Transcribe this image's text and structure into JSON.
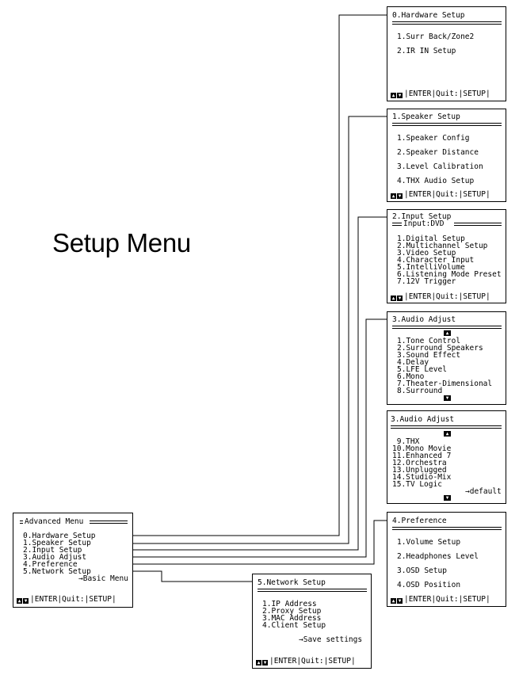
{
  "page_title": "Setup Menu",
  "footer": {
    "keys": "▲▼",
    "text": "|ENTER|Quit:|SETUP|"
  },
  "advanced": {
    "title": "Advanced Menu",
    "items": [
      "0.Hardware Setup",
      "1.Speaker Setup",
      "2.Input Setup",
      "3.Audio Adjust",
      "4.Preference",
      "5.Network Setup"
    ],
    "basic": "→Basic Menu"
  },
  "hardware": {
    "title": "0.Hardware Setup",
    "items": [
      "1.Surr Back/Zone2",
      "2.IR IN Setup"
    ]
  },
  "speaker": {
    "title": "1.Speaker Setup",
    "items": [
      "1.Speaker Config",
      "2.Speaker Distance",
      "3.Level Calibration",
      "4.THX Audio Setup"
    ]
  },
  "input": {
    "title": "2.Input Setup",
    "subtitle": "Input:DVD",
    "items": [
      "1.Digital Setup",
      "2.Multichannel Setup",
      "3.Video Setup",
      "4.Character Input",
      "5.IntelliVolume",
      "6.Listening Mode Preset",
      "7.12V Trigger"
    ]
  },
  "audio1": {
    "title": "3.Audio Adjust",
    "items": [
      "1.Tone Control",
      "2.Surround Speakers",
      "3.Sound Effect",
      "4.Delay",
      "5.LFE Level",
      "6.Mono",
      "7.Theater-Dimensional",
      "8.Surround"
    ]
  },
  "audio2": {
    "title": "3.Audio Adjust",
    "items": [
      " 9.THX",
      "10.Mono Movie",
      "11.Enhanced 7",
      "12.Orchestra",
      "13.Unplugged",
      "14.Studio-Mix",
      "15.TV Logic"
    ],
    "default": "→default"
  },
  "preference": {
    "title": "4.Preference",
    "items": [
      "1.Volume Setup",
      "2.Headphones Level",
      "3.OSD Setup",
      "4.OSD Position"
    ]
  },
  "network": {
    "title": "5.Network Setup",
    "items": [
      "1.IP Address",
      "2.Proxy Setup",
      "3.MAC Address",
      "4.Client Setup"
    ],
    "save": "→Save settings"
  }
}
